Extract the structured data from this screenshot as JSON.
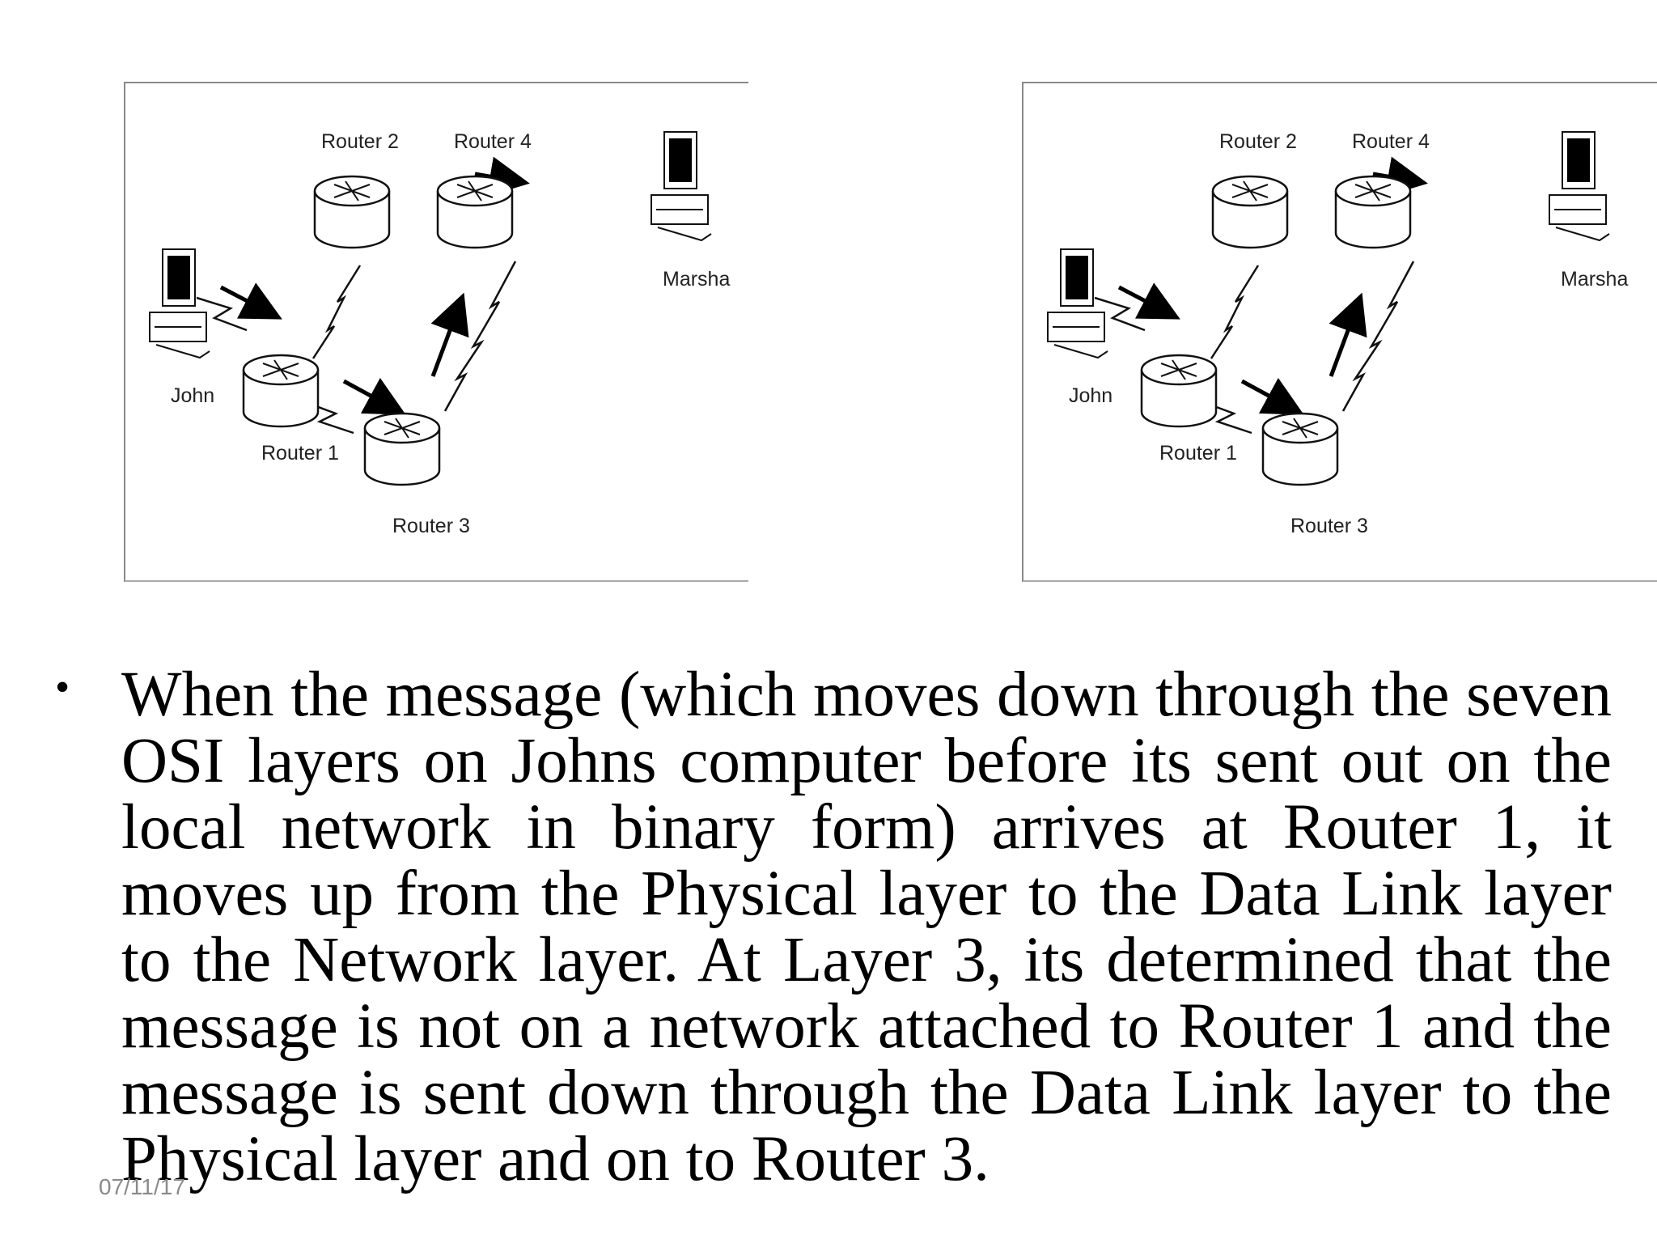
{
  "diagrams": [
    {
      "labels": {
        "router1": "Router 1",
        "router2": "Router 2",
        "router3": "Router 3",
        "router4": "Router 4",
        "john": "John",
        "marsha": "Marsha"
      }
    },
    {
      "labels": {
        "router1": "Router 1",
        "router2": "Router 2",
        "router3": "Router 3",
        "router4": "Router 4",
        "john": "John",
        "marsha": "Marsha"
      }
    }
  ],
  "bullet": {
    "symbol": "•",
    "text": "When the message (which moves down through the seven OSI layers on Johns computer before its sent out on the local network in binary form) arrives at Router 1, it moves up from the Physical layer to the Data Link layer to the Network layer. At Layer 3, its determined that the message is not on a network attached to Router 1 and the message is sent down through the Data Link layer to the Physical layer and on to Router 3."
  },
  "footer": {
    "date": "07/11/17"
  }
}
